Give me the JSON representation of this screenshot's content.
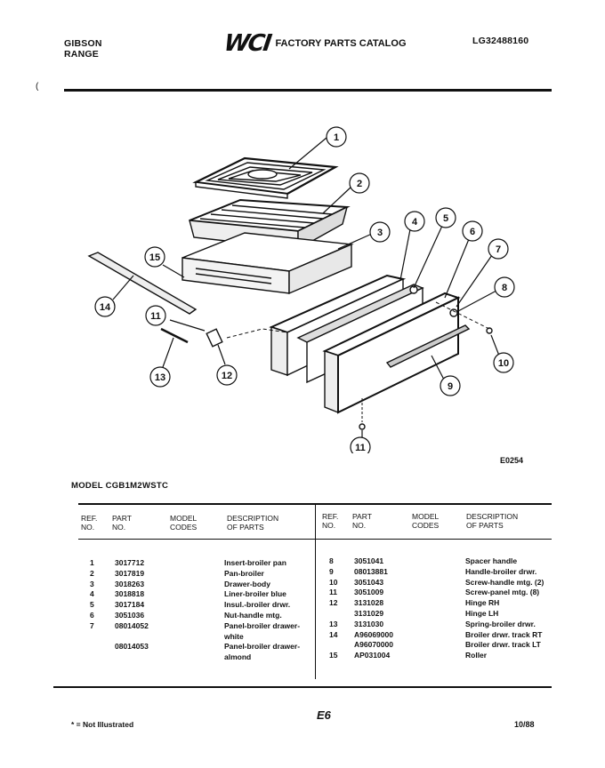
{
  "header": {
    "brand_line1": "GIBSON",
    "brand_line2": "RANGE",
    "logo": "WCI",
    "catalog_title": "FACTORY PARTS CATALOG",
    "catalog_number": "LG32488160"
  },
  "diagram": {
    "code": "E0254",
    "callouts": [
      "1",
      "2",
      "3",
      "4",
      "5",
      "6",
      "7",
      "8",
      "9",
      "10",
      "11",
      "12",
      "13",
      "14",
      "15",
      "11"
    ]
  },
  "model_line": "MODEL CGB1M2WSTC",
  "table": {
    "headers": {
      "ref": [
        "REF.",
        "NO."
      ],
      "part": [
        "PART",
        "NO."
      ],
      "model": [
        "MODEL",
        "CODES"
      ],
      "desc": [
        "DESCRIPTION",
        "OF PARTS"
      ]
    },
    "left_rows": [
      {
        "ref": "1",
        "part": "3017712",
        "desc": "Insert-broiler pan"
      },
      {
        "ref": "2",
        "part": "3017819",
        "desc": "Pan-broiler"
      },
      {
        "ref": "3",
        "part": "3018263",
        "desc": "Drawer-body"
      },
      {
        "ref": "4",
        "part": "3018818",
        "desc": "Liner-broiler blue"
      },
      {
        "ref": "5",
        "part": "3017184",
        "desc": "Insul.-broiler drwr."
      },
      {
        "ref": "6",
        "part": "3051036",
        "desc": "Nut-handle mtg."
      },
      {
        "ref": "7",
        "part": "08014052",
        "desc": "Panel-broiler drawer-"
      },
      {
        "ref": "",
        "part": "",
        "desc": "white"
      },
      {
        "ref": "",
        "part": "08014053",
        "desc": "Panel-broiler drawer-"
      },
      {
        "ref": "",
        "part": "",
        "desc": "almond"
      }
    ],
    "right_rows": [
      {
        "ref": "8",
        "part": "3051041",
        "desc": "Spacer handle"
      },
      {
        "ref": "9",
        "part": "08013881",
        "desc": "Handle-broiler drwr."
      },
      {
        "ref": "10",
        "part": "3051043",
        "desc": "Screw-handle mtg. (2)"
      },
      {
        "ref": "11",
        "part": "3051009",
        "desc": "Screw-panel mtg. (8)"
      },
      {
        "ref": "12",
        "part": "3131028",
        "desc": "Hinge RH"
      },
      {
        "ref": "",
        "part": "3131029",
        "desc": "Hinge LH"
      },
      {
        "ref": "13",
        "part": "3131030",
        "desc": "Spring-broiler drwr."
      },
      {
        "ref": "14",
        "part": "A96069000",
        "desc": "Broiler drwr. track RT"
      },
      {
        "ref": "",
        "part": "A96070000",
        "desc": "Broiler drwr. track LT"
      },
      {
        "ref": "15",
        "part": "AP031004",
        "desc": "Roller"
      }
    ]
  },
  "footer": {
    "note": "* = Not Illustrated",
    "page": "E6",
    "date": "10/88"
  }
}
